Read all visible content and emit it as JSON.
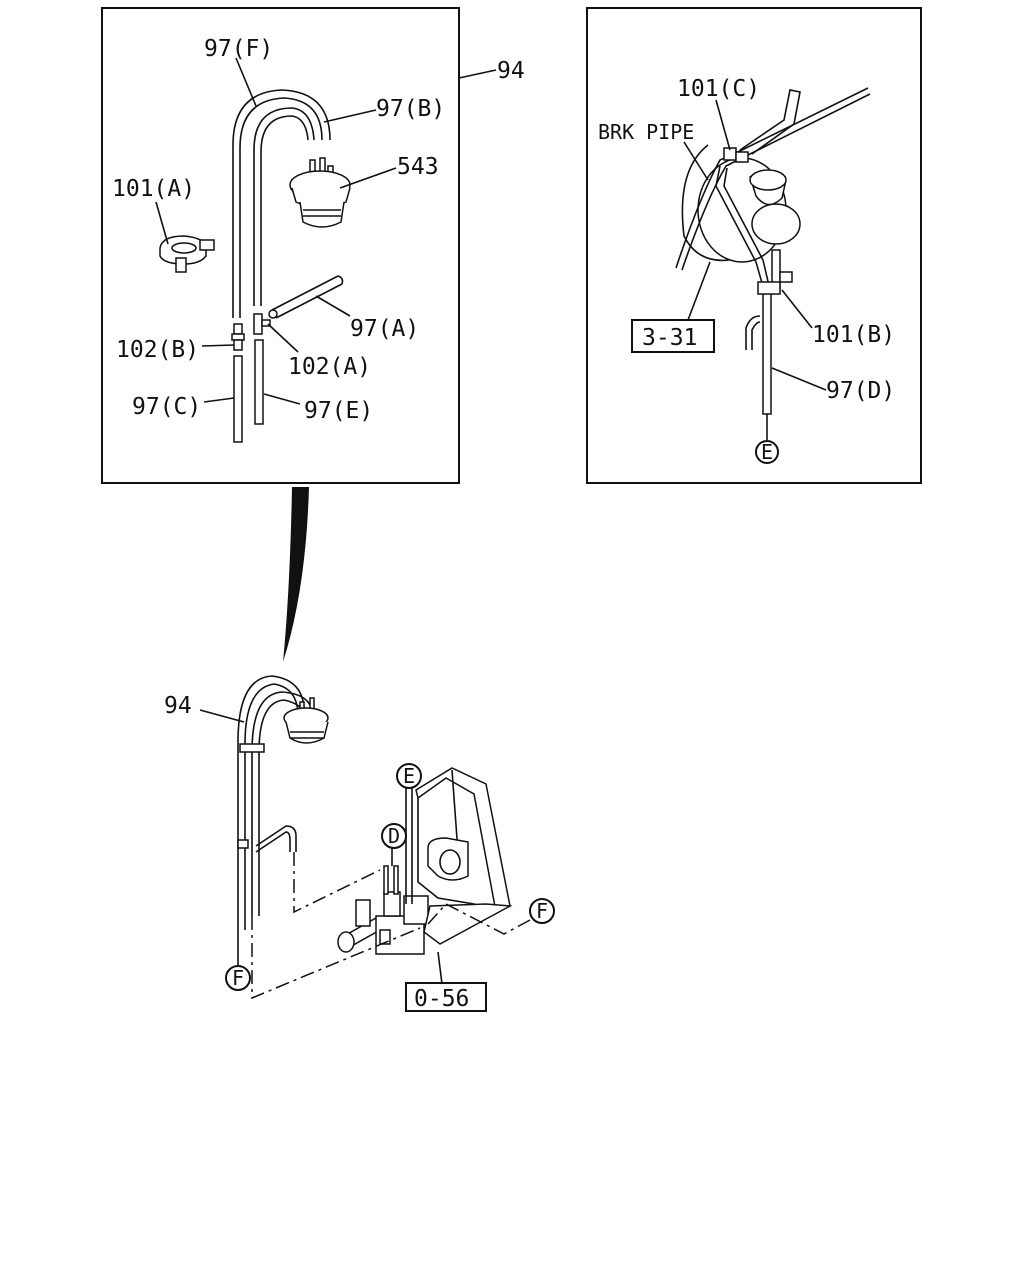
{
  "callouts": {
    "c97f": "97(F)",
    "c97b": "97(B)",
    "c94_top": "94",
    "c543": "543",
    "c101a": "101(A)",
    "c97a": "97(A)",
    "c102b": "102(B)",
    "c102a": "102(A)",
    "c97c": "97(C)",
    "c97e": "97(E)",
    "c101c": "101(C)",
    "brk_pipe": "BRK PIPE",
    "c101b": "101(B)",
    "c97d": "97(D)",
    "c94_main": "94"
  },
  "refs": {
    "r331": "3-31",
    "r056": "0-56"
  },
  "connectors": {
    "e_right": "E",
    "e_main": "E",
    "d_main": "D",
    "f_right": "F",
    "f_left": "F"
  }
}
